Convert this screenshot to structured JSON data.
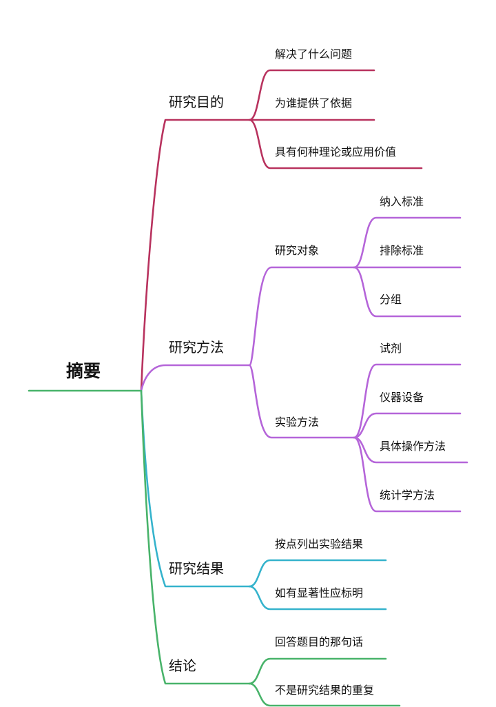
{
  "root": {
    "label": "摘要"
  },
  "colors": {
    "root": "#48b36a",
    "purpose": "#b8325e",
    "method": "#b565d9",
    "result": "#35b3cc",
    "conclusion": "#48b36a"
  },
  "branches": {
    "purpose": {
      "label": "研究目的",
      "items": [
        "解决了什么问题",
        "为谁提供了依据",
        "具有何种理论或应用价值"
      ]
    },
    "method": {
      "label": "研究方法",
      "subjects": {
        "label": "研究对象",
        "items": [
          "纳入标准",
          "排除标准",
          "分组"
        ]
      },
      "experiment": {
        "label": "实验方法",
        "items": [
          "试剂",
          "仪器设备",
          "具体操作方法",
          "统计学方法"
        ]
      }
    },
    "result": {
      "label": "研究结果",
      "items": [
        "按点列出实验结果",
        "如有显著性应标明"
      ]
    },
    "conclusion": {
      "label": "结论",
      "items": [
        "回答题目的那句话",
        "不是研究结果的重复"
      ]
    }
  }
}
